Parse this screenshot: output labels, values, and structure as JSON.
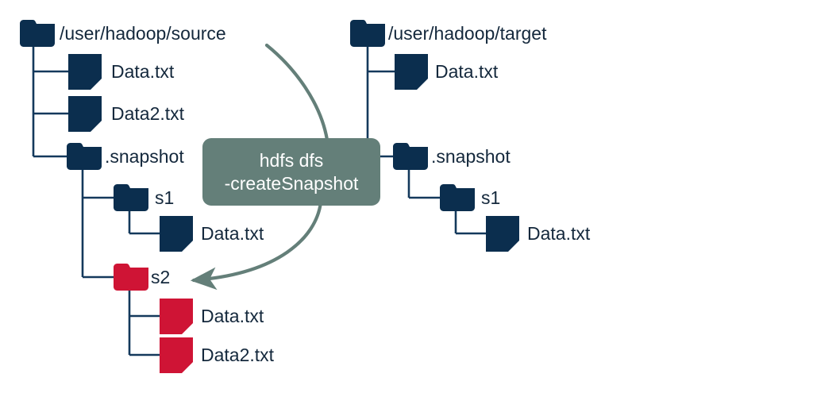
{
  "diagram": {
    "title_left": "/user/hadoop/source",
    "title_right": "/user/hadoop/target",
    "colors": {
      "navy": "#0b2e4e",
      "red": "#cf1435",
      "green": "#647f79",
      "text": "#14283c",
      "background": "#ffffff",
      "line": "#14395c"
    },
    "command_box": {
      "line1": "hdfs dfs",
      "line2": "-createSnapshot"
    },
    "source_tree": {
      "root": {
        "label": "/user/hadoop/source",
        "icon": "folder-icon",
        "color": "navy"
      },
      "children": [
        {
          "label": "Data.txt",
          "icon": "file-icon",
          "color": "navy"
        },
        {
          "label": "Data2.txt",
          "icon": "file-icon",
          "color": "navy"
        },
        {
          "label": ".snapshot",
          "icon": "folder-icon",
          "color": "navy",
          "children": [
            {
              "label": "s1",
              "icon": "folder-icon",
              "color": "navy",
              "children": [
                {
                  "label": "Data.txt",
                  "icon": "file-icon",
                  "color": "navy"
                }
              ]
            },
            {
              "label": "s2",
              "icon": "folder-icon",
              "color": "red",
              "children": [
                {
                  "label": "Data.txt",
                  "icon": "file-icon",
                  "color": "red"
                },
                {
                  "label": "Data2.txt",
                  "icon": "file-icon",
                  "color": "red"
                }
              ]
            }
          ]
        }
      ]
    },
    "target_tree": {
      "root": {
        "label": "/user/hadoop/target",
        "icon": "folder-icon",
        "color": "navy"
      },
      "children": [
        {
          "label": "Data.txt",
          "icon": "file-icon",
          "color": "navy"
        },
        {
          "label": ".snapshot",
          "icon": "folder-icon",
          "color": "navy",
          "children": [
            {
              "label": "s1",
              "icon": "folder-icon",
              "color": "navy",
              "children": [
                {
                  "label": "Data.txt",
                  "icon": "file-icon",
                  "color": "navy"
                }
              ]
            }
          ]
        }
      ]
    },
    "arrow": {
      "name": "create-snapshot-arrow",
      "from": "source root area",
      "to": "s2 snapshot folder"
    }
  }
}
